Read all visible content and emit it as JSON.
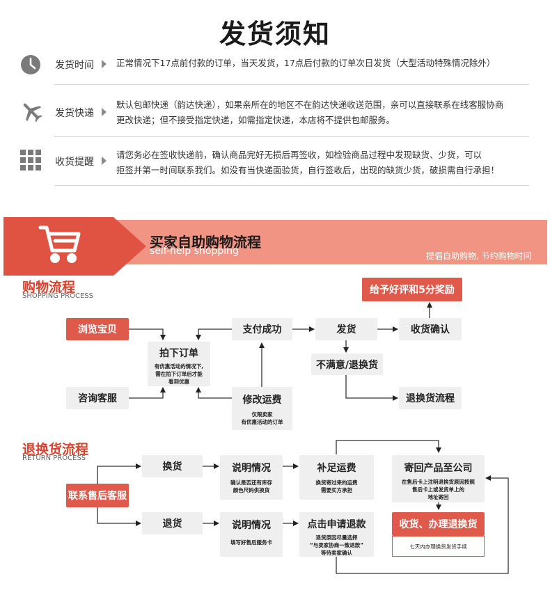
{
  "title": "发货须知",
  "rows": [
    {
      "icon": "clock-icon",
      "label": "发货时间",
      "lines": [
        "正常情况下17点前付款的订单，当天发货，17点后付款的订单次日发货（大型活动特殊情况除外）"
      ]
    },
    {
      "icon": "airplane-icon",
      "label": "发货快递",
      "lines": [
        "默认包邮快递（韵达快递），如果亲所在的地区不在韵达快递收送范围，亲可以直接联系在线客服协商",
        "更改快递；但不接受指定快递，如需指定快递，本店将不提供包邮服务。"
      ]
    },
    {
      "icon": "grid-icon",
      "label": "收货提醒",
      "lines": [
        "请您务必在签收快递前，确认商品完好无损后再签收，如检验商品过程中发现缺货、少货，可以",
        "拒签并第一时间联系我们。如没有当快递面验货，自行签收后，出现的缺货少货，破损需自行承担！"
      ]
    }
  ],
  "banner": {
    "icon": "shopping-cart-icon",
    "title": "买家自助购物流程",
    "subtitle": "self-help shopping",
    "note": "提倡自助购物, 节约购物时间"
  },
  "shopping": {
    "title": "购物流程",
    "subtitle": "SHOPPING PROCESS",
    "browse": "浏览宝贝",
    "consult": "咨询客服",
    "order": "拍下订单",
    "order_note": [
      "有优惠活动的情况下,",
      "需在拍下订单后才能",
      "看到优惠"
    ],
    "pay": "支付成功",
    "modify": "修改运费",
    "modify_note": [
      "仅限卖家",
      "有优惠活动的订单"
    ],
    "ship": "发货",
    "confirm": "收货确认",
    "reward": "给予好评和5分奖励",
    "unsatisfied": "不满意/退换货",
    "return_flow": "退换货流程"
  },
  "returns": {
    "title": "退换货流程",
    "subtitle": "RETURN PROCESS",
    "contact": "联系售后客服",
    "exchange": "换货",
    "refund": "退货",
    "explain": "说明情况",
    "explain_note_1": [
      "确认是否还有库存",
      "颜色尺码供换货"
    ],
    "explain_note_2": [
      "填写好售后服务卡"
    ],
    "supplement": "补足运费",
    "supplement_note": [
      "换货寄过来的运费",
      "需要买方承担"
    ],
    "apply": "点击申请退款",
    "apply_note": [
      "退货原因尽量选择",
      "“与卖家协商一致退款”",
      "等待卖家确认"
    ],
    "send_back": "寄回产品至公司",
    "send_back_note": [
      "在售后卡上注明退换货原因按照",
      "售后卡上或发货单上的",
      "地址寄回"
    ],
    "receive": "收货、办理退换货",
    "receive_note": [
      "七天内办理换货发货手续"
    ]
  },
  "colors": {
    "accent": "#e05a4c",
    "banner_dark": "#e05241",
    "banner_light": "#f29483",
    "box": "#efefef"
  }
}
